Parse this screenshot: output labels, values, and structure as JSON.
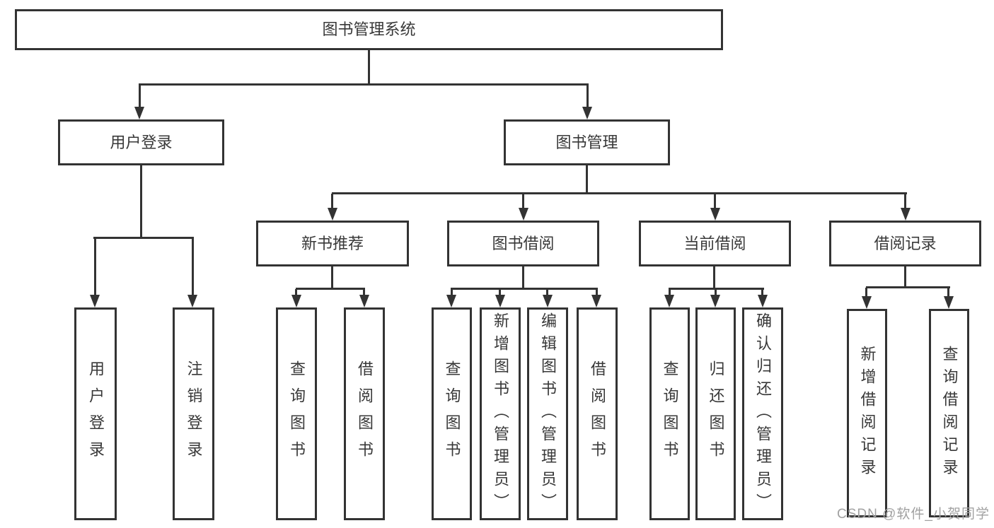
{
  "diagram_title": "图书管理系统",
  "nodes": {
    "root": "图书管理系统",
    "user_login": "用户登录",
    "book_management": "图书管理",
    "new_book_recommend": "新书推荐",
    "book_borrow": "图书借阅",
    "current_borrow": "当前借阅",
    "borrow_records": "借阅记录",
    "leaf_user_login": "用户登录",
    "leaf_logout": "注销登录",
    "leaf_query_book_a": "查询图书",
    "leaf_borrow_book_a": "借阅图书",
    "leaf_query_book_b": "查询图书",
    "leaf_add_book_admin": "新增图书（管理员）",
    "leaf_edit_book_admin": "编辑图书（管理员）",
    "leaf_borrow_book_b": "借阅图书",
    "leaf_query_book_c": "查询图书",
    "leaf_return_book": "归还图书",
    "leaf_confirm_return_admin": "确认归还（管理员）",
    "leaf_add_borrow_record": "新增借阅记录",
    "leaf_query_borrow_record": "查询借阅记录"
  },
  "edges": [
    [
      "图书管理系统",
      "用户登录"
    ],
    [
      "图书管理系统",
      "图书管理"
    ],
    [
      "用户登录",
      "用户登录(叶)"
    ],
    [
      "用户登录",
      "注销登录"
    ],
    [
      "图书管理",
      "新书推荐"
    ],
    [
      "图书管理",
      "图书借阅"
    ],
    [
      "图书管理",
      "当前借阅"
    ],
    [
      "图书管理",
      "借阅记录"
    ],
    [
      "新书推荐",
      "查询图书"
    ],
    [
      "新书推荐",
      "借阅图书"
    ],
    [
      "图书借阅",
      "查询图书"
    ],
    [
      "图书借阅",
      "新增图书（管理员）"
    ],
    [
      "图书借阅",
      "编辑图书（管理员）"
    ],
    [
      "图书借阅",
      "借阅图书"
    ],
    [
      "当前借阅",
      "查询图书"
    ],
    [
      "当前借阅",
      "归还图书"
    ],
    [
      "当前借阅",
      "确认归还（管理员）"
    ],
    [
      "借阅记录",
      "新增借阅记录"
    ],
    [
      "借阅记录",
      "查询借阅记录"
    ]
  ],
  "watermark": "CSDN @软件_小贺同学",
  "colors": {
    "line": "#333333",
    "node_border": "#333333",
    "node_text": "#383838",
    "background": "#ffffff",
    "watermark_text": "#a1a1a1"
  }
}
